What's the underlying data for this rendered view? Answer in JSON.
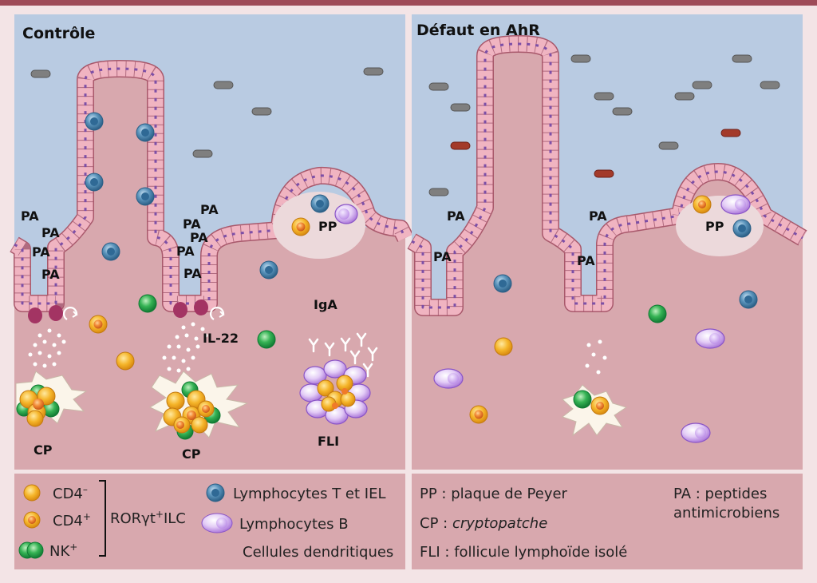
{
  "panels": {
    "left_title": "Contrôle",
    "right_title": "Défaut en AhR"
  },
  "labels": {
    "pa": "PA",
    "pp": "PP",
    "cp": "CP",
    "iga": "IgA",
    "il22": "IL-22",
    "fli": "FLI"
  },
  "legend": {
    "cd4_minus": "CD4",
    "cd4_minus_sup": "–",
    "cd4_plus": "CD4",
    "cd4_plus_sup": "+",
    "nk": "NK",
    "nk_sup": "+",
    "ror_a": "ROR",
    "ror_g": "γ",
    "ror_t": "t",
    "ror_sup": "+",
    "ror_ilc": "ILC",
    "t_cells": "Lymphocytes T et IEL",
    "b_cells": "Lymphocytes B",
    "dendritic": "Cellules dendritiques",
    "pp_def": "PP : plaque de Peyer",
    "cp_def_prefix": "CP : ",
    "cp_def_term": "cryptopatche",
    "fli_def": "FLI : follicule lymphoïde isolé",
    "pa_def_line1": "PA : peptides",
    "pa_def_line2": "antimicrobiens"
  },
  "colors": {
    "frame": "#9e4b58",
    "lumen": "#b9cbe2",
    "tissue": "#d8a8ae",
    "epithelium": "#f0b4c1",
    "nucleus": "#7d4fa6",
    "cd4_minus": "#f2ad22",
    "cd4_plus": "#f07a28",
    "nk": "#24a24a",
    "t_cell": "#4e86ad",
    "b_cell": "#a46cd6",
    "bacteria": "#7f7f7f",
    "bacteria_path": "#a33a2a"
  }
}
